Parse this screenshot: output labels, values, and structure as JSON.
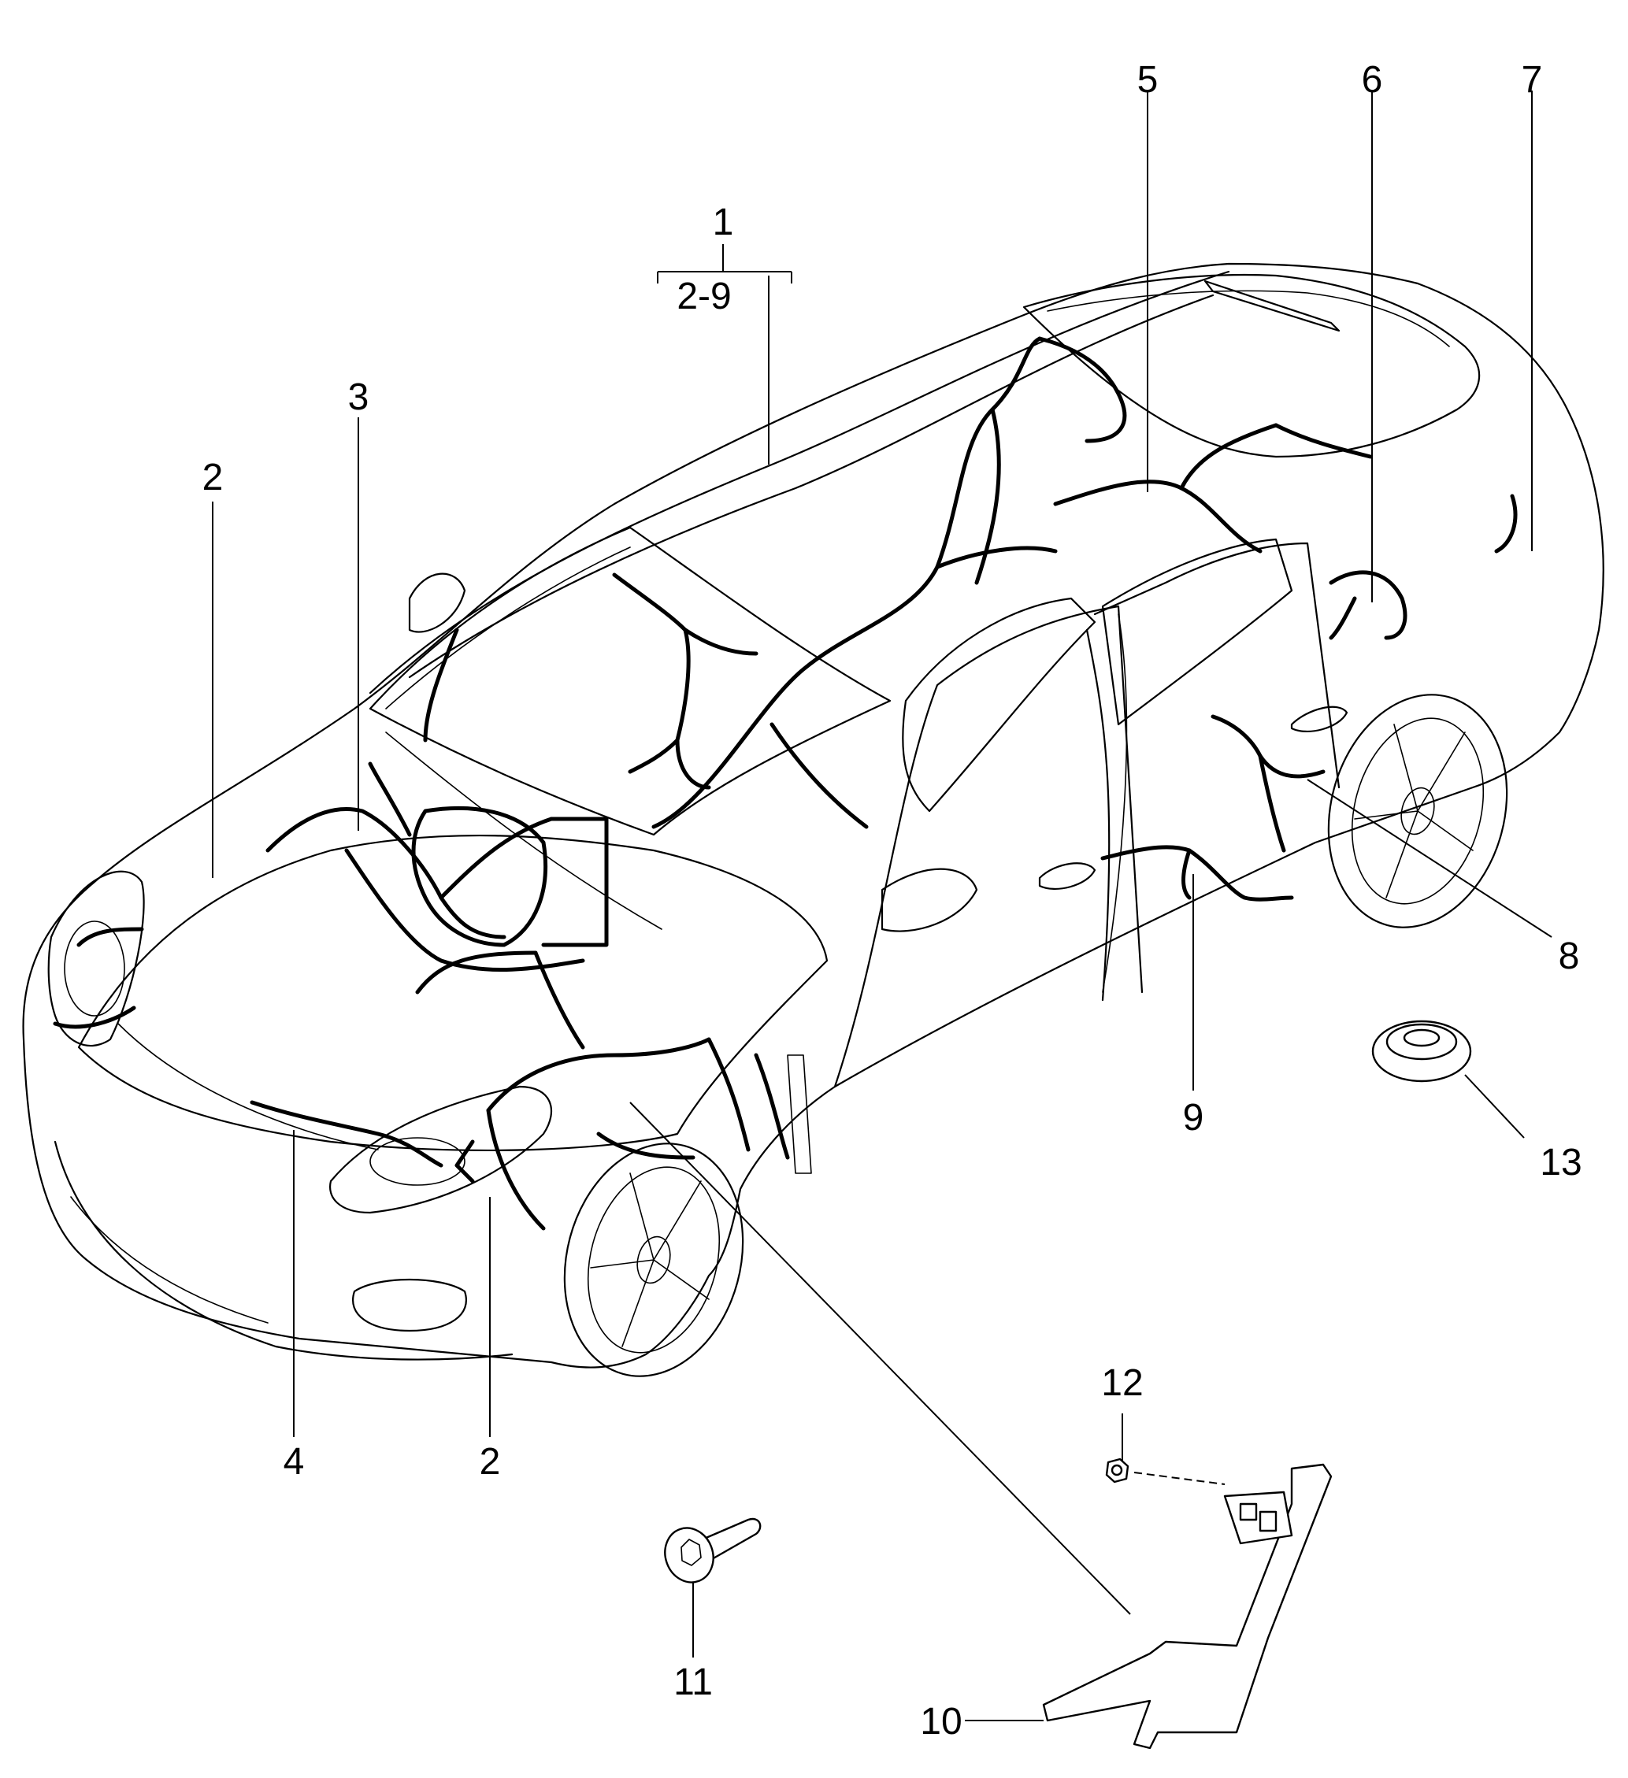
{
  "callouts": {
    "c1": "1",
    "c2_9": "2-9",
    "c2_upper": "2",
    "c2_lower": "2",
    "c3": "3",
    "c4": "4",
    "c5": "5",
    "c6": "6",
    "c7": "7",
    "c8": "8",
    "c9": "9",
    "c10": "10",
    "c11": "11",
    "c12": "12",
    "c13": "13"
  }
}
